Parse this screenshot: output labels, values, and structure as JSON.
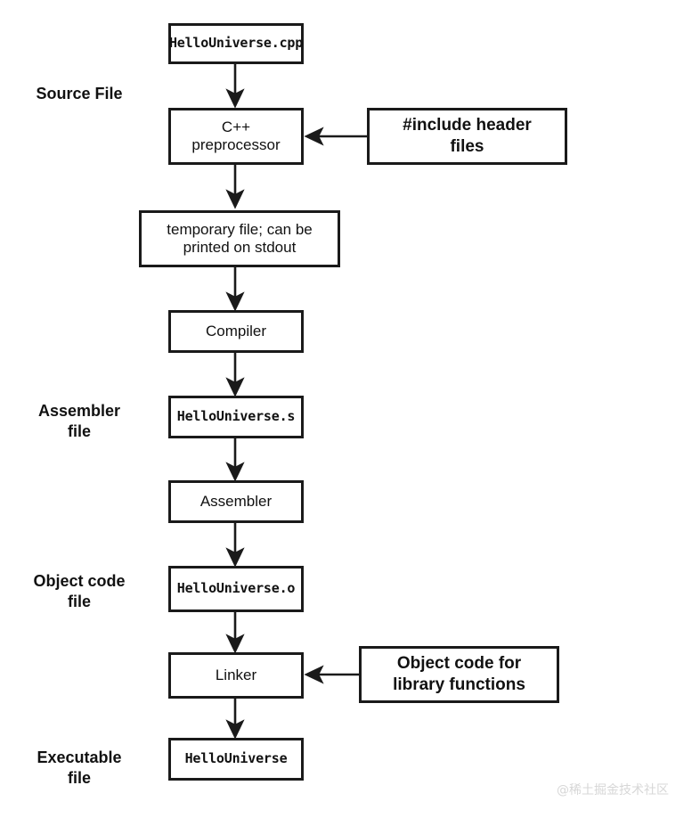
{
  "diagram": {
    "title": "C++ compilation pipeline",
    "colors": {
      "stroke": "#1a1a1a",
      "background": "#ffffff",
      "text": "#111111",
      "watermark": "#d7d7d7"
    },
    "stage_labels": [
      {
        "name": "source-file",
        "text": "Source File"
      },
      {
        "name": "assembler-file",
        "text": "Assembler\nfile"
      },
      {
        "name": "object-code-file",
        "text": "Object code\nfile"
      },
      {
        "name": "executable-file",
        "text": "Executable\nfile"
      }
    ],
    "nodes": {
      "source_file": "HelloUniverse.cpp",
      "preprocessor": "C++\npreprocessor",
      "include_headers": "#include header\nfiles",
      "temporary_file": "temporary file; can be\nprinted on stdout",
      "compiler": "Compiler",
      "assembly_file": "HelloUniverse.s",
      "assembler": "Assembler",
      "object_file": "HelloUniverse.o",
      "linker": "Linker",
      "library_object_code": "Object code for\nlibrary functions",
      "executable": "HelloUniverse"
    },
    "watermark": "@稀土掘金技术社区"
  }
}
